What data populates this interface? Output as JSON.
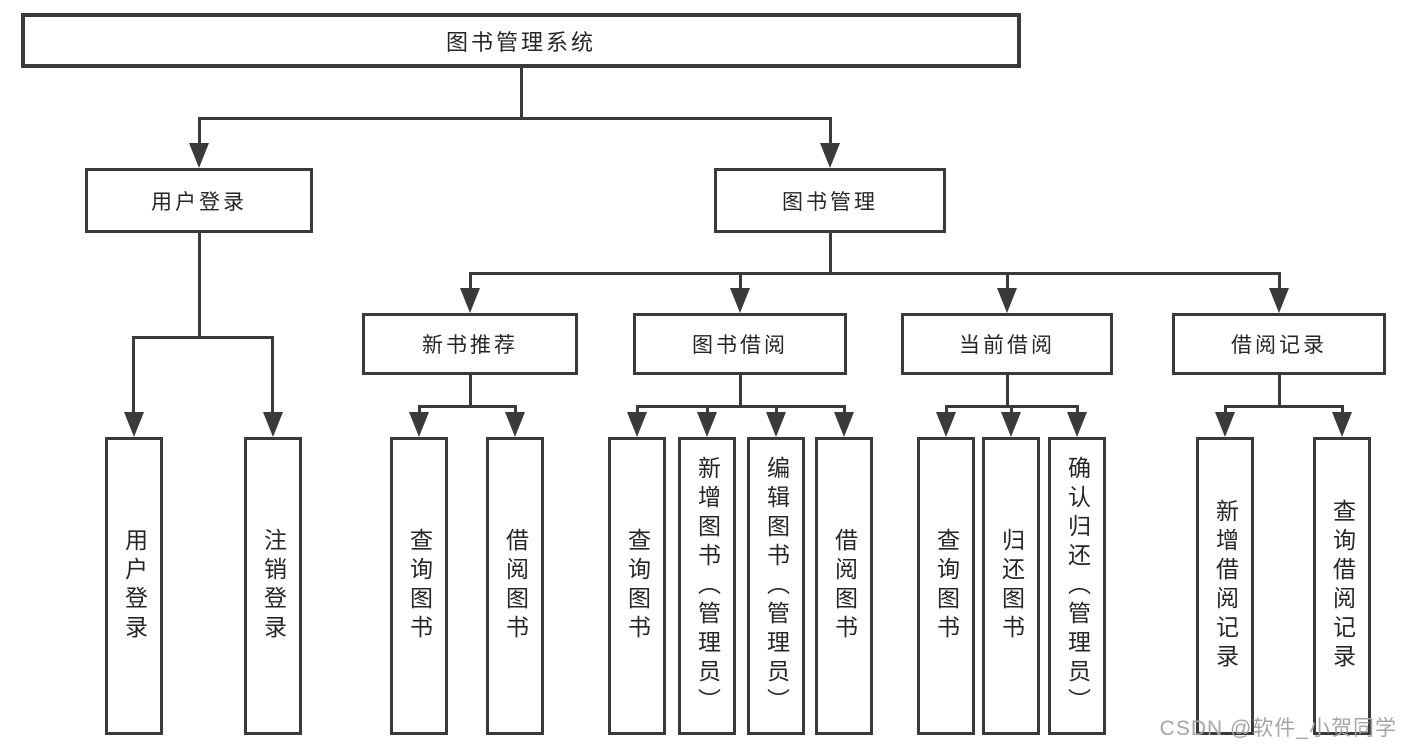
{
  "diagram": {
    "root": {
      "label": "图书管理系统"
    },
    "level2": {
      "user_login": {
        "label": "用户登录"
      },
      "book_mgmt": {
        "label": "图书管理"
      }
    },
    "level3": {
      "new_book_rec": {
        "label": "新书推荐"
      },
      "book_borrow": {
        "label": "图书借阅"
      },
      "current_borrow": {
        "label": "当前借阅"
      },
      "borrow_records": {
        "label": "借阅记录"
      }
    },
    "leaves": {
      "user_login": {
        "label": "用户登录"
      },
      "logout": {
        "label": "注销登录"
      },
      "query_book_rec": {
        "label": "查询图书"
      },
      "borrow_book_rec": {
        "label": "借阅图书"
      },
      "query_book_borrow": {
        "label": "查询图书"
      },
      "add_book_admin": {
        "label": "新增图书（管理员）"
      },
      "edit_book_admin": {
        "label": "编辑图书（管理员）"
      },
      "borrow_book_borrow": {
        "label": "借阅图书"
      },
      "query_book_current": {
        "label": "查询图书"
      },
      "return_book": {
        "label": "归还图书"
      },
      "confirm_return_admin": {
        "label": "确认归还（管理员）"
      },
      "add_borrow_record": {
        "label": "新增借阅记录"
      },
      "query_borrow_record": {
        "label": "查询借阅记录"
      }
    },
    "colors": {
      "line": "#3a3a3a",
      "text": "#262626",
      "watermark": "#a6a6a6",
      "background": "#ffffff"
    }
  },
  "watermark": {
    "text": "CSDN @软件_小贺同学"
  }
}
